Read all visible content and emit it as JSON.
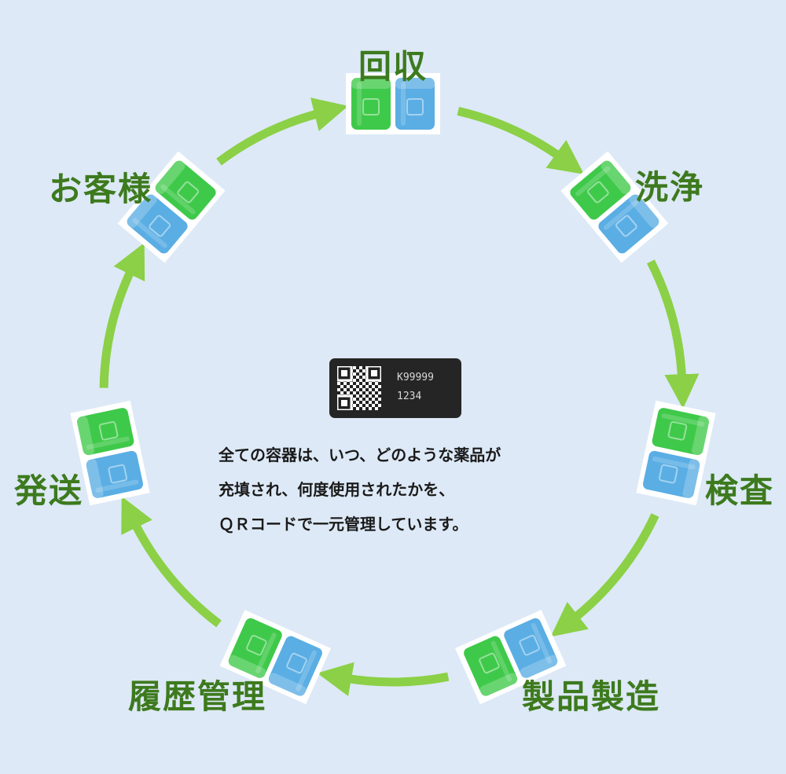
{
  "stages": [
    {
      "id": "collection",
      "label": "回収"
    },
    {
      "id": "washing",
      "label": "洗浄"
    },
    {
      "id": "inspection",
      "label": "検査"
    },
    {
      "id": "manufacturing",
      "label": "製品製造"
    },
    {
      "id": "history",
      "label": "履歴管理"
    },
    {
      "id": "shipping",
      "label": "発送"
    },
    {
      "id": "customer",
      "label": "お客様"
    }
  ],
  "qr_card": {
    "id": "K99999",
    "number": "1234"
  },
  "description": [
    "全ての容器は、いつ、どのような薬品が",
    "充填され、何度使用されたかを、",
    "ＱＲコードで一元管理しています。"
  ],
  "colors": {
    "background": "#dde9f6",
    "arrow": "#8bd046",
    "label": "#3d7a1e",
    "container_green": "#3fc94a",
    "container_blue": "#5aaee4"
  }
}
